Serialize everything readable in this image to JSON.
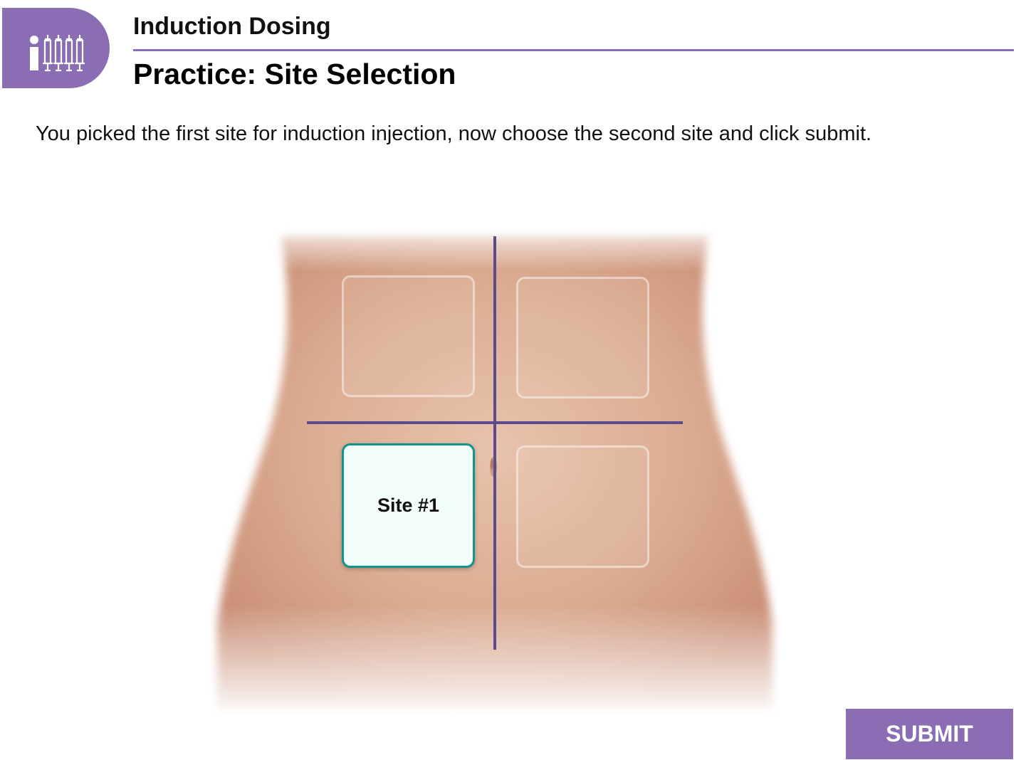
{
  "header": {
    "icon": "info-syringes-icon",
    "section_title": "Induction Dosing",
    "page_title": "Practice: Site Selection"
  },
  "instructions": "You picked the first site for induction injection, now choose the second site and click submit.",
  "diagram": {
    "icon": "abdomen-illustration",
    "sites": [
      {
        "id": "upper-left",
        "label": "",
        "selected": false
      },
      {
        "id": "upper-right",
        "label": "",
        "selected": false
      },
      {
        "id": "lower-left",
        "label": "Site #1",
        "selected": true
      },
      {
        "id": "lower-right",
        "label": "",
        "selected": false
      }
    ]
  },
  "submit": {
    "label": "SUBMIT"
  },
  "colors": {
    "brand_purple": "#8a6db3",
    "quadrant_line": "#5b4a8c",
    "selected_border": "#11948a",
    "selected_fill": "#f2fcfb"
  }
}
